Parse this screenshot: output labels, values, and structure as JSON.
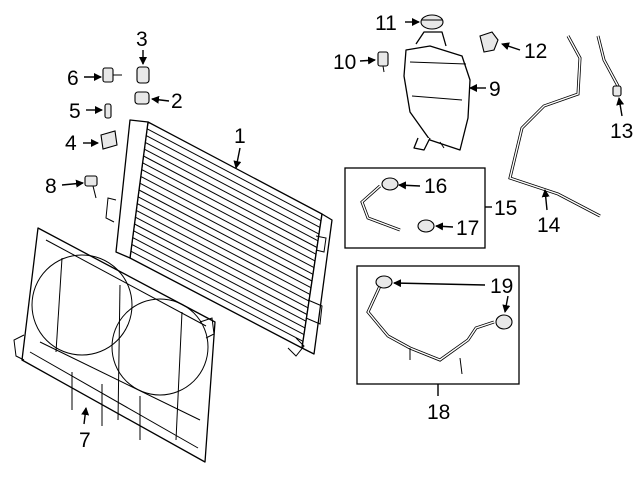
{
  "diagram": {
    "callouts": {
      "c1": "1",
      "c2": "2",
      "c3": "3",
      "c4": "4",
      "c5": "5",
      "c6": "6",
      "c7": "7",
      "c8": "8",
      "c9": "9",
      "c10": "10",
      "c11": "11",
      "c12": "12",
      "c13": "13",
      "c14": "14",
      "c15": "15",
      "c16": "16",
      "c17": "17",
      "c18": "18",
      "c19a": "19",
      "c19b": "19"
    }
  }
}
